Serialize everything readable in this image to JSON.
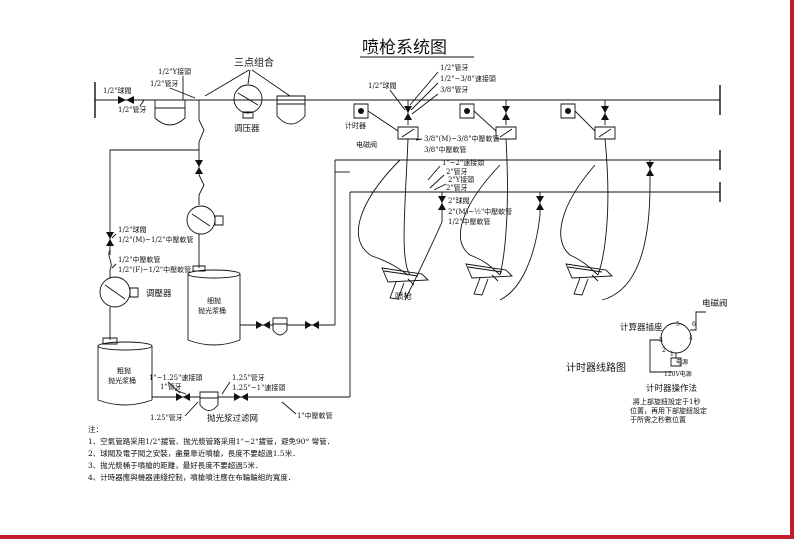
{
  "title": "喷枪系统图",
  "labels": {
    "ball_valve_top": "1/2\"球閥",
    "pipe_top_left": "1/2\"管牙",
    "y_joint": "1/2\"Y接頭",
    "pipe_top": "1/2\"管牙",
    "triple": "三点组合",
    "regulator_top": "调压器",
    "ball_valve_2": "1/2\"球閥",
    "pipe_r1": "1/2\"管牙",
    "joint_r1": "1/2\"~3/8\"速接頭",
    "pipe_r2": "3/8\"管牙",
    "meter": "计时器",
    "hose_38": "3/8\"(M)~3/8\"中壓軟管",
    "solenoid": "电磁阀",
    "hose_38b": "3/8\"中壓軟管",
    "joint_1_2": "1\"~2\"速接頭",
    "pipe_2a": "2\"管牙",
    "y_2": "2\"Y接頭",
    "pipe_2b": "2\"管牙",
    "ball_2": "2\"球閥",
    "hose_2_12": "2\"(M)~½\"中壓軟管",
    "hose_12": "1/2\"中壓軟管",
    "ball_left": "1/2\"球閥",
    "hose_left1": "1/2\"(M)~1/2\"中壓軟管",
    "hose_left2": "1/2\"中壓軟管",
    "hose_left3": "1/2\"(F)~1/2\"中壓軟管",
    "regulator_left": "调壓器",
    "fine_bucket": "细抛\n抛光浆桶",
    "coarse_bucket": "粗抛\n抛光浆桶",
    "gun": "喷枪",
    "joint_125": "1\"~1.25\"速接頭",
    "pipe_1": "1\"管牙",
    "pipe_125_top": "1.25\"管牙",
    "joint_125b": "1.25\"~1\"速接頭",
    "pipe_125_bot": "1.25\"管牙",
    "filter": "抛光浆过滤网",
    "hose_1": "1\"中壓軟管",
    "timer_socket": "计算器插座",
    "solenoid_r": "电磁阀",
    "power": "电源",
    "power_v": "120V电源",
    "wiring_title": "计时器线路图",
    "op_title": "计时器操作法",
    "op_text1": "將上部旋鈕設定于1秒",
    "op_text2": "位置，再用下部旋鈕設定",
    "op_text3": "于所需之秒數位置",
    "dial_numbers": [
      "5",
      "4",
      "3",
      "2",
      "1",
      "6"
    ]
  },
  "notes": {
    "heading": "注：",
    "items": [
      "1、空氣管路采用1/2\"鍍管、抛光漿管路采用1\"~2\"鍍管，避免90° 彎管．",
      "2、球閥及電子閥之安裝，盡量靠近噴槍，長度不要超過1.5米．",
      "3、抛光漿桶于噴槍的距離，最好長度不要超過5米．",
      "4、计時器應與機器連綫控制，噴槍噴注應在布輪輪組的寬度．"
    ]
  }
}
